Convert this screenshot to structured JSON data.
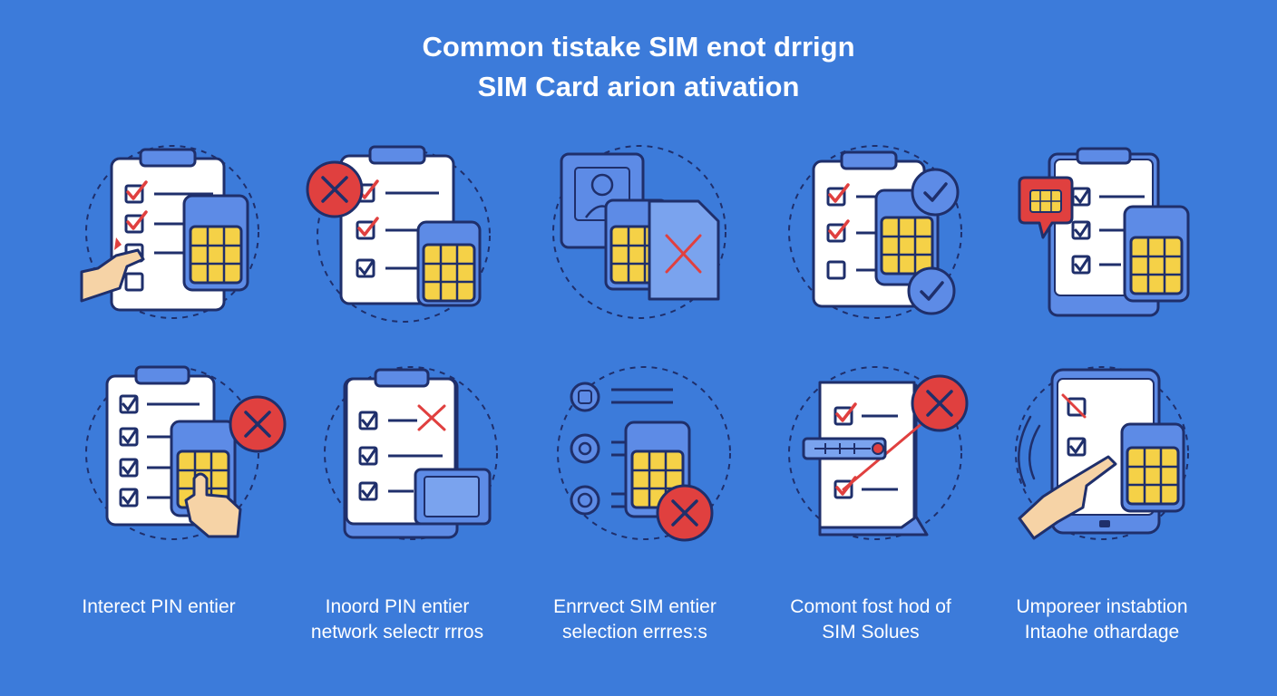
{
  "header": {
    "title_line1": "Common tistake SIM enot drrign",
    "title_line2": "SIM Card arion ativation"
  },
  "captions": [
    {
      "line1": "Interect PIN entier",
      "line2": ""
    },
    {
      "line1": "Inoord PIN entier",
      "line2": "network selectr rrros"
    },
    {
      "line1": "Enrrvect SIM entier",
      "line2": "selection errres:s"
    },
    {
      "line1": "Comont fost hod of",
      "line2": "SIM Solues"
    },
    {
      "line1": "Umporeer instabtion",
      "line2": "Intaohe othardage"
    }
  ],
  "colors": {
    "background": "#3C7BDA",
    "outline": "#1F2F6B",
    "paper": "#FFFFFF",
    "panel": "#5D8BE6",
    "chip": "#F5D147",
    "error": "#E0403F",
    "check": "#E0403F",
    "skin": "#F6D3A6"
  }
}
